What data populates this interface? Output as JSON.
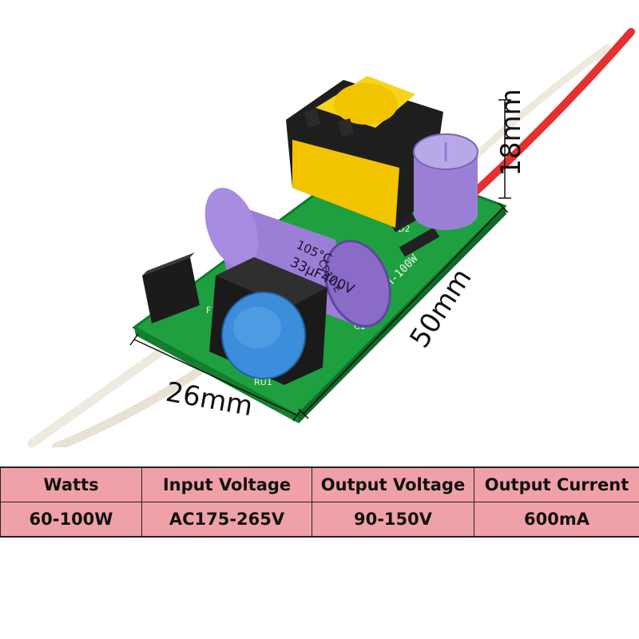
{
  "dimensions": {
    "height": "18mm",
    "length": "50mm",
    "width": "26mm"
  },
  "pcb": {
    "board_marking": "LMSH-100W",
    "capacitor_label_1": "105°C",
    "capacitor_label_2": "33µF400V",
    "capacitor_label_3": "CD11-E",
    "ref_f1": "F1",
    "ref_c1": "C1",
    "ref_d2": "D2",
    "ref_ru1": "RU1"
  },
  "specs": {
    "headers": [
      "Watts",
      "Input Voltage",
      "Output Voltage",
      "Output Current"
    ],
    "values": [
      "60-100W",
      "AC175-265V",
      "90-150V",
      "600mA"
    ]
  },
  "colors": {
    "pcb": "#1fa040",
    "capacitor": "#9b7fd6",
    "transformer": "#f2c400",
    "varistor": "#3c8ddb",
    "wire_red": "#e53030",
    "table_bg": "#f0a1a8"
  }
}
